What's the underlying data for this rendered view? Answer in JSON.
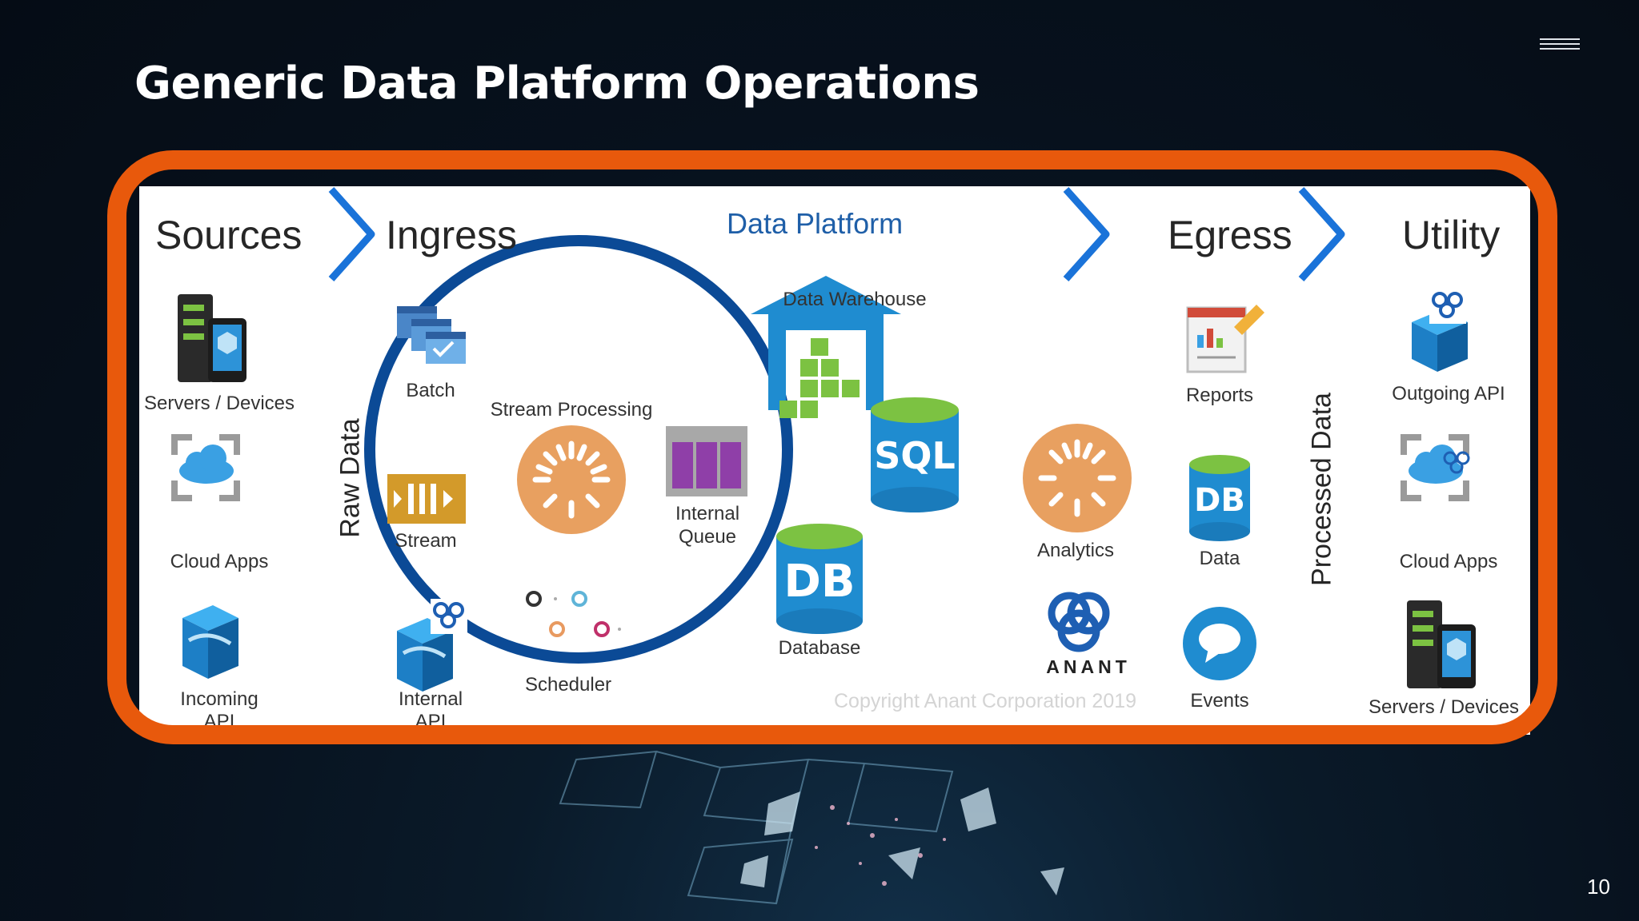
{
  "slide": {
    "title": "Generic Data Platform Operations",
    "page_number": "10"
  },
  "colors": {
    "highlight_frame": "#e8590c",
    "chevron": "#1a73d9",
    "platform_ring": "#0b4a96",
    "stream_orange": "#e8a060",
    "azure_blue": "#1a8fd6",
    "green_block": "#7cc242"
  },
  "diagram": {
    "headers": {
      "sources": "Sources",
      "ingress": "Ingress",
      "data_platform": "Data Platform",
      "egress": "Egress",
      "utility": "Utility"
    },
    "side_labels": {
      "raw_data": "Raw Data",
      "processed_data": "Processed Data"
    },
    "sources": [
      {
        "label": "Servers / Devices",
        "icon": "server-device-icon"
      },
      {
        "label": "Cloud Apps",
        "icon": "cloud-apps-icon"
      },
      {
        "label_lines": [
          "Incoming",
          "API"
        ],
        "icon": "api-cube-icon"
      }
    ],
    "ingress": [
      {
        "label": "Batch",
        "icon": "batch-icon"
      },
      {
        "label": "Stream",
        "icon": "stream-icon"
      },
      {
        "label_lines": [
          "Internal",
          "API"
        ],
        "icon": "api-cube-anant-icon"
      }
    ],
    "platform": {
      "stream_processing": "Stream Processing",
      "internal_queue_lines": [
        "Internal",
        "Queue"
      ],
      "scheduler": "Scheduler",
      "data_warehouse": "Data Warehouse",
      "database": "Database",
      "analytics": "Analytics",
      "sql_icon_text": "SQL",
      "db_icon_text": "DB"
    },
    "brand": {
      "wordmark": "ANANT",
      "copyright": "Copyright Anant Corporation 2019"
    },
    "egress": [
      {
        "label": "Reports",
        "icon": "reports-icon"
      },
      {
        "label": "Data",
        "icon": "data-db-icon"
      },
      {
        "label": "Events",
        "icon": "events-chat-icon"
      }
    ],
    "utility": [
      {
        "label": "Outgoing API",
        "icon": "api-cube-anant-icon"
      },
      {
        "label": "Cloud Apps",
        "icon": "cloud-apps-anant-icon"
      },
      {
        "label": "Servers / Devices",
        "icon": "server-device-icon"
      }
    ]
  }
}
